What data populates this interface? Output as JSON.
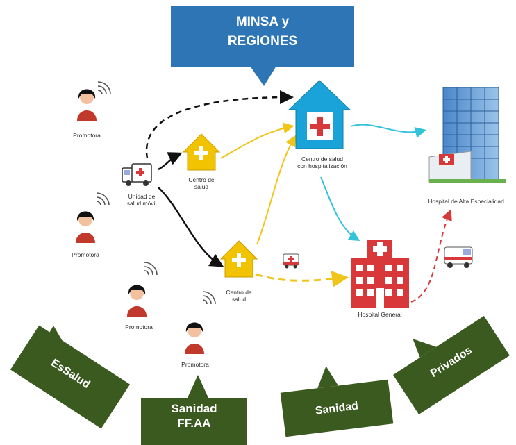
{
  "header": {
    "line1": "MINSA y",
    "line2": "REGIONES"
  },
  "nodes": {
    "promotora_1": "Promotora",
    "promotora_2": "Promotora",
    "promotora_3": "Promotora",
    "promotora_4": "Promotora",
    "unidad_movil_1": "Unidad de",
    "unidad_movil_2": "salud móvil",
    "centro_salud_top_1": "Centro de",
    "centro_salud_top_2": "salud",
    "centro_salud_bottom_1": "Centro de",
    "centro_salud_bottom_2": "salud",
    "centro_hosp_1": "Centro de salud",
    "centro_hosp_2": "con hospitalización",
    "hospital_general": "Hospital General",
    "hospital_alta": "Hospital de Alta Especialidad"
  },
  "callouts": {
    "essalud": "EsSalud",
    "sanidad_ffaa_1": "Sanidad",
    "sanidad_ffaa_2": "FF.AA",
    "sanidad": "Sanidad",
    "privados": "Privados"
  },
  "colors": {
    "header_blue": "#2e75b6",
    "callout_green": "#3a5a1f",
    "house_yellow": "#f2c300",
    "house_blue": "#1aa3d9",
    "hospital_red": "#d9383a",
    "arrow_yellow": "#f0c419",
    "arrow_cyan": "#33c3db",
    "arrow_red": "#d9383a"
  },
  "icons": [
    "promotora-icon",
    "ambulance-icon",
    "house-icon",
    "hospital-icon",
    "building-icon",
    "wireless-icon"
  ]
}
